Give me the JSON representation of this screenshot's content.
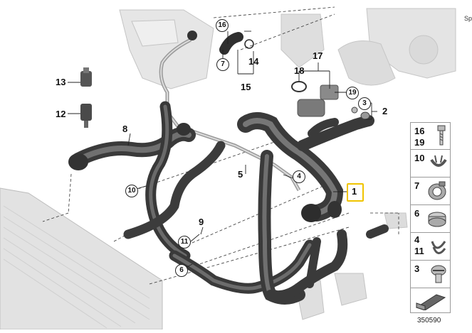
{
  "diagram": {
    "callouts": {
      "c1": "1",
      "c2": "2",
      "c3": "3",
      "c5": "5",
      "c8": "8",
      "c9": "9",
      "c12": "12",
      "c13": "13",
      "c14": "14",
      "c15": "15",
      "c17": "17",
      "c18": "18"
    },
    "circled": {
      "r4": "4",
      "r6": "6",
      "r7": "7",
      "r10": "10",
      "r11": "11",
      "r16": "16",
      "r19": "19"
    },
    "highlighted_part": "1",
    "highlight_color": "#f0c400"
  },
  "legend": {
    "rows": [
      {
        "n1": "16",
        "n2": "19",
        "icon": "bolt-icon"
      },
      {
        "n1": "10",
        "n2": "",
        "icon": "spring-clip-icon"
      },
      {
        "n1": "7",
        "n2": "",
        "icon": "hose-clamp-icon"
      },
      {
        "n1": "6",
        "n2": "",
        "icon": "band-clamp-icon"
      },
      {
        "n1": "4",
        "n2": "11",
        "icon": "double-clip-icon"
      },
      {
        "n1": "3",
        "n2": "",
        "icon": "screw-plug-icon"
      },
      {
        "n1": "",
        "n2": "",
        "icon": "gasket-icon"
      }
    ]
  },
  "doc_number": "350590",
  "corner_text": "Sp"
}
